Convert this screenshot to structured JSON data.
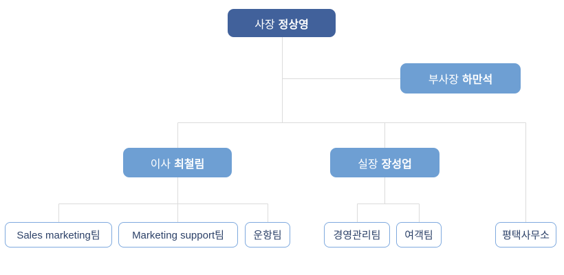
{
  "colors": {
    "background": "#FFFFFF",
    "root_box_bg": "#41619B",
    "branch_box_bg": "#6E9FD3",
    "box_text": "#FFFFFF",
    "leaf_box_border": "#7EA9DE",
    "leaf_box_text": "#2C4168",
    "connector_line": "#DBDBDB"
  },
  "org_chart": {
    "ceo": {
      "role": "사장",
      "name": "정상영"
    },
    "vice_president": {
      "role": "부사장",
      "name": "하만석"
    },
    "director": {
      "role": "이사",
      "name": "최철림"
    },
    "general_manager": {
      "role": "실장",
      "name": "장성업"
    },
    "director_teams": [
      {
        "label": "Sales marketing팀"
      },
      {
        "label": "Marketing support팀"
      },
      {
        "label": "운항팀"
      }
    ],
    "general_manager_teams": [
      {
        "label": "경영관리팀"
      },
      {
        "label": "여객팀"
      }
    ],
    "branch_office": {
      "label": "평택사무소"
    }
  }
}
